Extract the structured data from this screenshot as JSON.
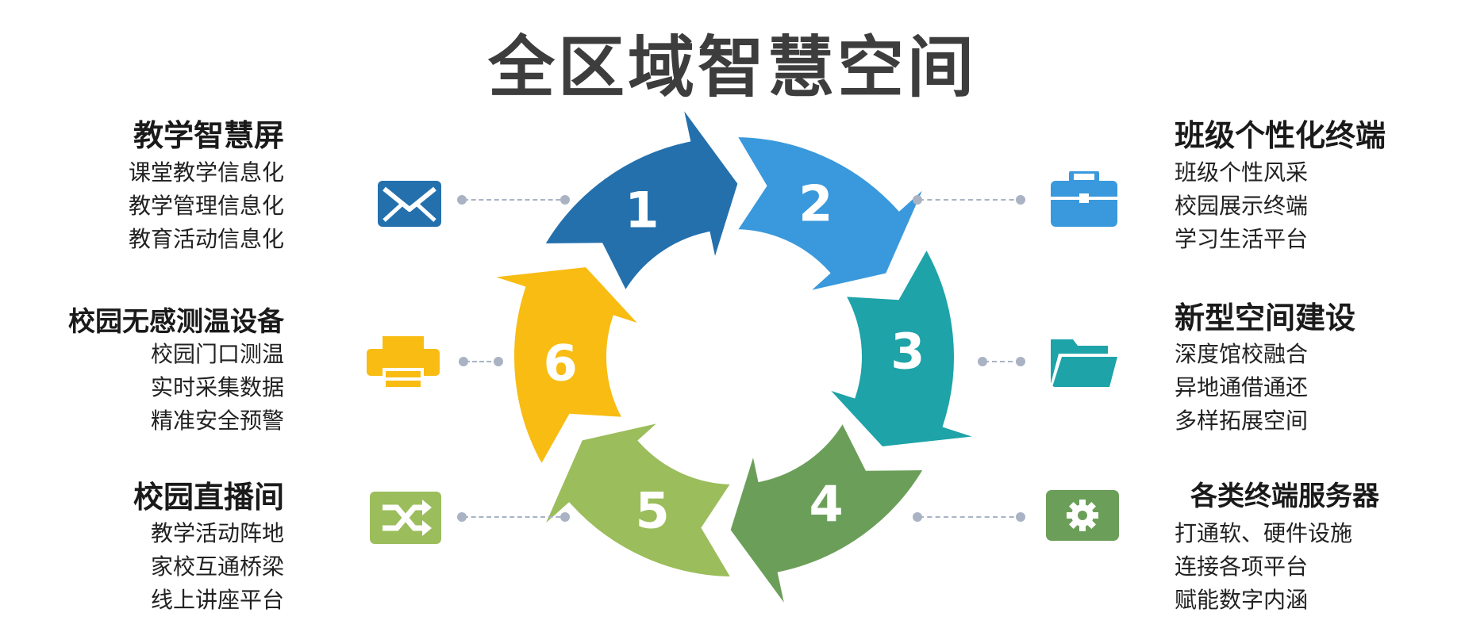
{
  "title": "全区域智慧空间",
  "colors": {
    "seg1": "#2470ad",
    "seg2": "#3a99dc",
    "seg3": "#1da3a8",
    "seg4": "#6b9f59",
    "seg5": "#9bbd5b",
    "seg6": "#f8bc12"
  },
  "segments": [
    {
      "number": "1"
    },
    {
      "number": "2"
    },
    {
      "number": "3"
    },
    {
      "number": "4"
    },
    {
      "number": "5"
    },
    {
      "number": "6"
    }
  ],
  "left": [
    {
      "heading": "教学智慧屏",
      "items": [
        "课堂教学信息化",
        "教学管理信息化",
        "教育活动信息化"
      ],
      "icon": "mail-icon"
    },
    {
      "heading": "校园无感测温设备",
      "items": [
        "校园门口测温",
        "实时采集数据",
        "精准安全预警"
      ],
      "icon": "printer-icon"
    },
    {
      "heading": "校园直播间",
      "items": [
        "教学活动阵地",
        "家校互通桥梁",
        "线上讲座平台"
      ],
      "icon": "shuffle-icon"
    }
  ],
  "right": [
    {
      "heading": "班级个性化终端",
      "items": [
        "班级个性风采",
        "校园展示终端",
        "学习生活平台"
      ],
      "icon": "briefcase-icon"
    },
    {
      "heading": "新型空间建设",
      "items": [
        "深度馆校融合",
        "异地通借通还",
        "多样拓展空间"
      ],
      "icon": "folder-icon"
    },
    {
      "heading": "各类终端服务器",
      "items": [
        "打通软、硬件设施",
        "连接各项平台",
        "赋能数字内涵"
      ],
      "icon": "gear-icon"
    }
  ]
}
